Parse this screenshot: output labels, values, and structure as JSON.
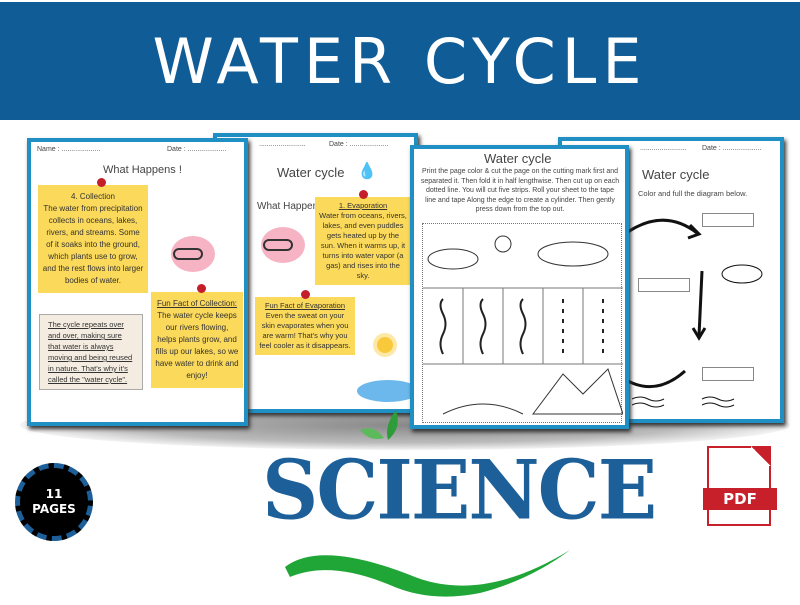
{
  "banner": {
    "title": "WATER CYCLE",
    "color": "#0f5c97"
  },
  "page1": {
    "name_label": "Name : ....................",
    "date_label": "Date : ....................",
    "heading": "What Happens !",
    "note_title": "4. Collection",
    "note_text": "The water from precipitation collects in oceans, lakes, rivers, and streams. Some of it soaks into the ground, which plants use to grow, and the rest flows into larger bodies of water.",
    "fact_title": "Fun Fact of Collection:",
    "fact_text": "The water cycle keeps our rivers flowing, helps plants grow, and fills up our lakes, so we have water to drink and enjoy!",
    "paper_text": "The cycle repeats over and over, making sure that water is always moving and being reused in nature. That's why it's called the \"water cycle\"."
  },
  "page2": {
    "name_label": "........................",
    "date_label": "Date : ....................",
    "title": "Water cycle",
    "heading": "What Happens !",
    "note_title": "1. Evaporation",
    "note_text": "Water from oceans, rivers, lakes, and even puddles gets heated up by the sun. When it warms up, it turns into water vapor (a gas) and rises into the sky.",
    "fact_title": "Fun Fact of Evaporation",
    "fact_text": "Even the sweat on your skin evaporates when you are warm! That's why you feel cooler as it disappears."
  },
  "page3": {
    "title": "Water cycle",
    "instructions": "Print the page color & cut the page on the cutting mark first and separated it. Then fold it in half lengthwise. Then cut up on each dotted line. You will cut five strips. Roll your sheet to the tape line and tape Along the edge to create a cylinder. Then gently press down from the top out."
  },
  "page4": {
    "name_label": "........................",
    "date_label": "Date : ....................",
    "title": "Water cycle",
    "instructions": "Color and full the diagram below."
  },
  "badge": {
    "count": "11",
    "label": "PAGES"
  },
  "pdf": {
    "label": "PDF",
    "color": "#c8202a"
  },
  "logo": {
    "text": "SCIENCE",
    "color": "#1c5f99",
    "accent": "#1fa637"
  }
}
